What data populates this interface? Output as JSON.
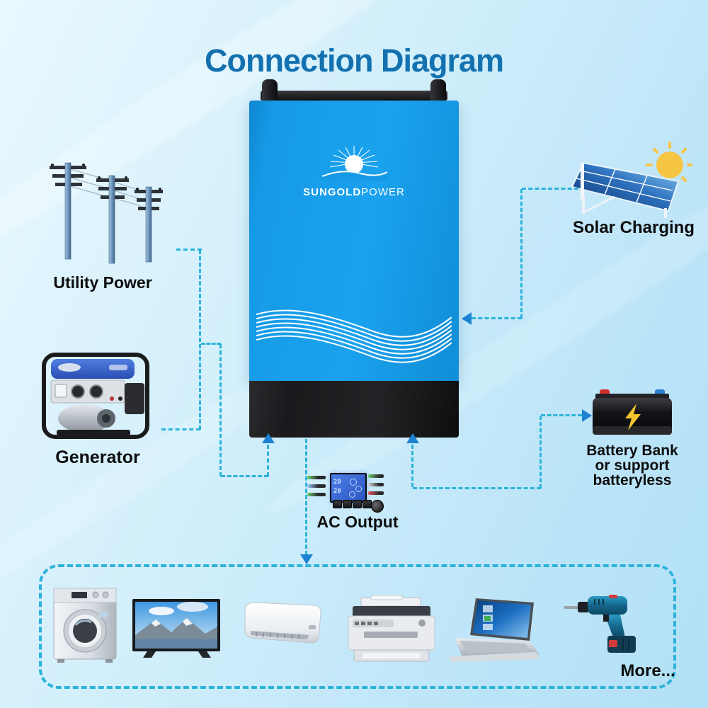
{
  "title": "Connection Diagram",
  "inverter": {
    "brand_bold": "SUNGOLD",
    "brand_light": "POWER",
    "lcd_value_top": "20",
    "lcd_value_bottom": "20"
  },
  "labels": {
    "utility": "Utility Power",
    "generator": "Generator",
    "solar": "Solar Charging",
    "battery_line1": "Battery Bank",
    "battery_line2": "or  support",
    "battery_line3": "batteryless",
    "ac_output": "AC Output",
    "more": "More..."
  },
  "connections": [
    "utility-and-generator to inverter (arrow into inverter bottom left)",
    "solar-panel to inverter (arrow into inverter right side)",
    "inverter to battery-bank (arrows both into inverter bottom and into battery)",
    "inverter AC output down into appliance box (arrow into box)"
  ],
  "appliances": [
    "washing machine",
    "television",
    "air conditioner",
    "printer",
    "laptop",
    "power drill"
  ],
  "colors": {
    "title_blue": "#1371b0",
    "inverter_blue": "#169ae6",
    "dash_cyan": "#2cb3da",
    "arrow_blue": "#1d82d2",
    "sun_yellow": "#f6c544",
    "label_black": "#0d0d0d"
  }
}
